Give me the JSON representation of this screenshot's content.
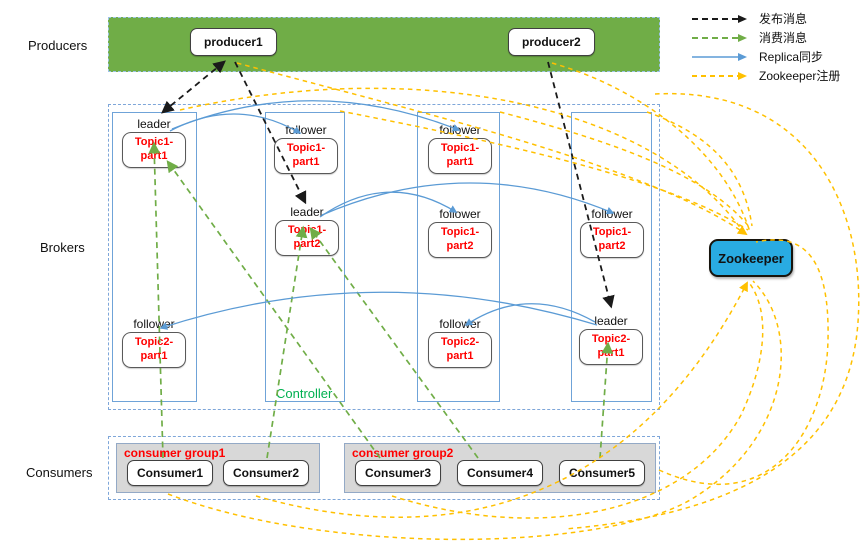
{
  "labels": {
    "producers": "Producers",
    "brokers": "Brokers",
    "consumers": "Consumers",
    "controller": "Controller"
  },
  "legend": {
    "publish": "发布消息",
    "consume": "消费消息",
    "replica": "Replica同步",
    "zookeeper": "Zookeeper注册"
  },
  "producers": {
    "p1": "producer1",
    "p2": "producer2"
  },
  "zookeeper": {
    "label": "Zookeeper"
  },
  "brokers": {
    "cells": [
      {
        "role": "leader",
        "line1": "Topic1-",
        "line2": "part1"
      },
      {
        "role": "follower",
        "line1": "Topic1-",
        "line2": "part1"
      },
      {
        "role": "follower",
        "line1": "Topic1-",
        "line2": "part1"
      },
      {
        "role": "leader",
        "line1": "Topic1-",
        "line2": "part2"
      },
      {
        "role": "follower",
        "line1": "Topic1-",
        "line2": "part2"
      },
      {
        "role": "follower",
        "line1": "Topic1-",
        "line2": "part2"
      },
      {
        "role": "follower",
        "line1": "Topic2-",
        "line2": "part1"
      },
      {
        "role": "follower",
        "line1": "Topic2-",
        "line2": "part1"
      },
      {
        "role": "leader",
        "line1": "Topic2-",
        "line2": "part1"
      }
    ]
  },
  "consumers": {
    "group1": {
      "label": "consumer group1",
      "c1": "Consumer1",
      "c2": "Consumer2"
    },
    "group2": {
      "label": "consumer group2",
      "c3": "Consumer3",
      "c4": "Consumer4",
      "c5": "Consumer5"
    }
  },
  "colors": {
    "publish": "#1a1a1a",
    "consume": "#70AD47",
    "replica": "#5B9BD5",
    "zookeeper_register": "#FFC000",
    "producer_band": "#70AD47",
    "zookeeper_box": "#29ABE2",
    "topic_text": "#FF0000",
    "group_fill": "#D8D8D8"
  },
  "edges": [
    {
      "type": "publish",
      "from": "producer1",
      "to": "broker1 leader Topic1-part1"
    },
    {
      "type": "publish",
      "from": "producer1",
      "to": "broker2 leader Topic1-part2"
    },
    {
      "type": "publish",
      "from": "producer2",
      "to": "broker4 leader Topic2-part1"
    },
    {
      "type": "consume",
      "from": "Consumer1",
      "to": "broker1 leader Topic1-part1"
    },
    {
      "type": "consume",
      "from": "Consumer3",
      "to": "broker1 leader Topic1-part1"
    },
    {
      "type": "consume",
      "from": "Consumer2",
      "to": "broker2 leader Topic1-part2"
    },
    {
      "type": "consume",
      "from": "Consumer4",
      "to": "broker2 leader Topic1-part2"
    },
    {
      "type": "consume",
      "from": "Consumer5",
      "to": "broker4 leader Topic2-part1"
    },
    {
      "type": "replica-sync",
      "from": "broker1 Topic1-part1",
      "to": "broker2 Topic1-part1"
    },
    {
      "type": "replica-sync",
      "from": "broker1 Topic1-part1",
      "to": "broker3 Topic1-part1"
    },
    {
      "type": "replica-sync",
      "from": "broker2 Topic1-part2",
      "to": "broker3 Topic1-part2"
    },
    {
      "type": "replica-sync",
      "from": "broker2 Topic1-part2",
      "to": "broker4 Topic1-part2"
    },
    {
      "type": "replica-sync",
      "from": "broker4 Topic2-part1",
      "to": "broker1 Topic2-part1"
    },
    {
      "type": "replica-sync",
      "from": "broker4 Topic2-part1",
      "to": "broker3 Topic2-part1"
    },
    {
      "type": "zookeeper-register",
      "from": "producers, brokers, consumers",
      "to": "Zookeeper"
    }
  ]
}
